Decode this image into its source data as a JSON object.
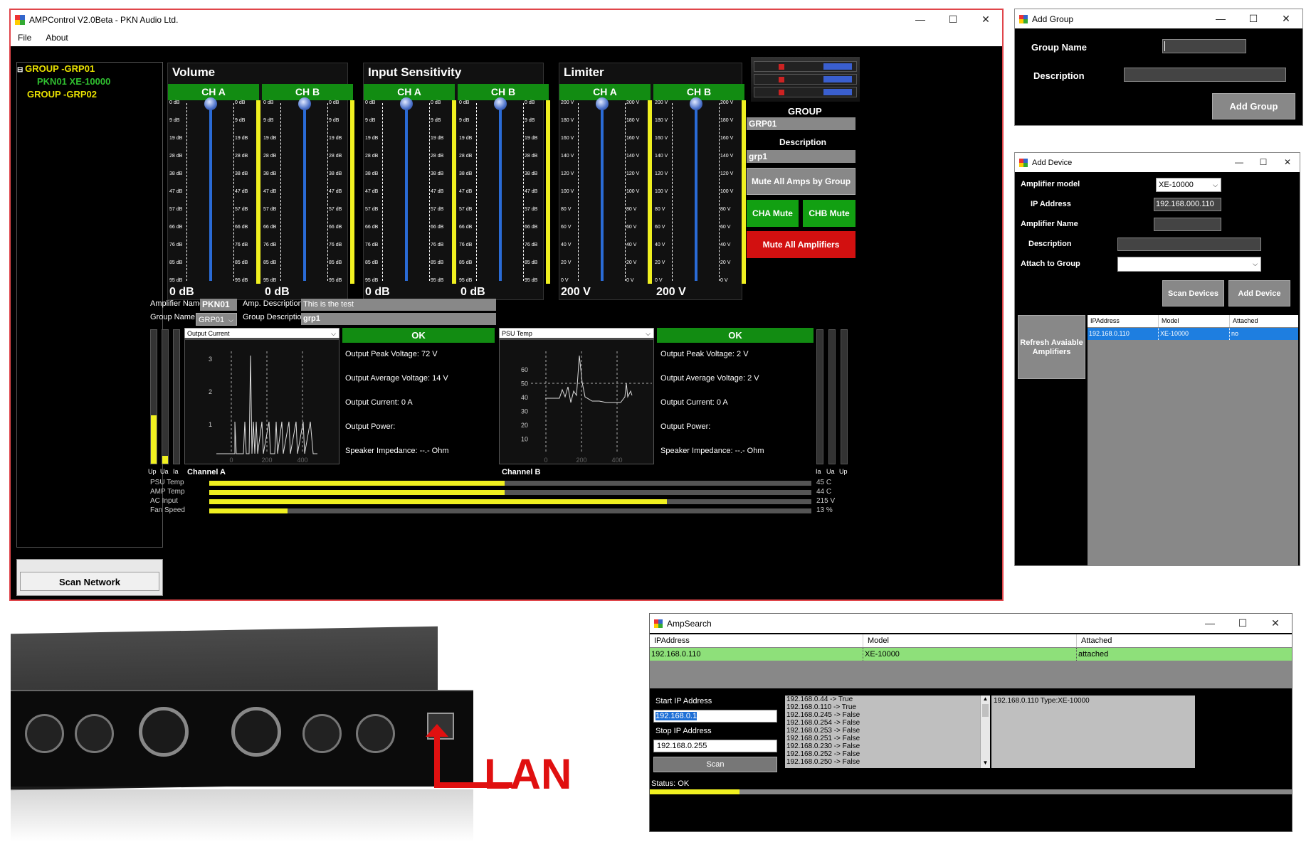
{
  "main": {
    "title": "AMPControl V2.0Beta - PKN Audio Ltd.",
    "menu": [
      "File",
      "About"
    ],
    "tree": [
      "GROUP -GRP01",
      "PKN01 XE-10000",
      "GROUP -GRP02"
    ],
    "scan_button": "Scan Network",
    "volume": {
      "title": "Volume",
      "cha": "CH A",
      "chb": "CH B",
      "val_a": "0 dB",
      "val_b": "0 dB"
    },
    "input_sensitivity": {
      "title": "Input Sensitivity",
      "cha": "CH A",
      "chb": "CH B",
      "val_a": "0 dB",
      "val_b": "0 dB"
    },
    "limiter": {
      "title": "Limiter",
      "cha": "CH A",
      "chb": "CH B",
      "val_a": "200 V",
      "val_b": "200 V"
    },
    "db_scale": [
      "0 dB",
      "9 dB",
      "19 dB",
      "28 dB",
      "38 dB",
      "47 dB",
      "57 dB",
      "66 dB",
      "76 dB",
      "85 dB",
      "95 dB"
    ],
    "v_scale": [
      "200 V",
      "180 V",
      "160 V",
      "140 V",
      "120 V",
      "100 V",
      "80 V",
      "60 V",
      "40 V",
      "20 V",
      "0 V"
    ],
    "group_panel": {
      "label": "GROUP",
      "value": "GRP01",
      "desc_label": "Description",
      "desc_value": "grp1"
    },
    "buttons": {
      "mute_group": "Mute All Amps by Group",
      "cha_mute": "CHA Mute",
      "chb_mute": "CHB Mute",
      "mute_all": "Mute All Amplifiers"
    },
    "info": {
      "amp_name_label": "Amplifier Name",
      "amp_name": "PKN01",
      "amp_desc_label": "Amp. Description",
      "amp_desc": "This is the test",
      "group_name_label": "Group Name",
      "group_name": "GRP01",
      "group_desc_label": "Group Description",
      "group_desc": "grp1"
    },
    "chart_a": {
      "select": "Output Current",
      "status": "OK",
      "label": "Channel A",
      "yticks": [
        "3",
        "2",
        "1"
      ],
      "xticks": [
        "0",
        "200",
        "400"
      ]
    },
    "chart_b": {
      "select": "PSU Temp",
      "status": "OK",
      "label": "Channel B",
      "yticks": [
        "60",
        "50",
        "40",
        "30",
        "20",
        "10"
      ],
      "xticks": [
        "0",
        "200",
        "400"
      ]
    },
    "stats_a": [
      "Output Peak Voltage: 72 V",
      "Output Average Voltage: 14 V",
      "Output Current: 0 A",
      "Output Power:",
      "Speaker Impedance: --.- Ohm"
    ],
    "stats_b": [
      "Output Peak Voltage: 2 V",
      "Output Average Voltage: 2 V",
      "Output Current: 0 A",
      "Output Power:",
      "Speaker Impedance: --.- Ohm"
    ],
    "meter_labels_left": [
      "Up",
      "Ua",
      "Ia"
    ],
    "meter_labels_right": [
      "Ia",
      "Ua",
      "Up"
    ],
    "meter_levels_left": [
      0.36,
      0.06,
      0
    ],
    "bars": [
      {
        "label": "PSU Temp",
        "value": "45 C",
        "fill": 0.49
      },
      {
        "label": "AMP Temp",
        "value": "44 C",
        "fill": 0.49
      },
      {
        "label": "AC Input",
        "value": "215 V",
        "fill": 0.76
      },
      {
        "label": "Fan Speed",
        "value": "13 %",
        "fill": 0.13
      }
    ]
  },
  "add_group": {
    "title": "Add Group",
    "name_label": "Group Name",
    "desc_label": "Description",
    "button": "Add Group"
  },
  "add_device": {
    "title": "Add Device",
    "model_label": "Amplifier model",
    "model_value": "XE-10000",
    "ip_label": "IP Address",
    "ip_value": "192.168.000.110",
    "name_label": "Amplifier Name",
    "desc_label": "Description",
    "attach_label": "Attach to Group",
    "scan_button": "Scan Devices",
    "add_button": "Add Device",
    "refresh_button": "Refresh Avaiable Amplifiers",
    "columns": [
      "IPAddress",
      "Model",
      "Attached"
    ],
    "row": [
      "192.168.0.110",
      "XE-10000",
      "no"
    ]
  },
  "lan": {
    "label": "LAN"
  },
  "amp_search": {
    "title": "AmpSearch",
    "columns": [
      "IPAddress",
      "Model",
      "Attached"
    ],
    "row": [
      "192.168.0.110",
      "XE-10000",
      "attached"
    ],
    "start_label": "Start IP Address",
    "start_value": "192.168.0.1",
    "stop_label": "Stop IP Address",
    "stop_value": "192.168.0.255",
    "scan_button": "Scan",
    "log": [
      "192.168.0.44 -> True",
      "192.168.0.110 -> True",
      "192.168.0.245 -> False",
      "192.168.0.254 -> False",
      "192.168.0.253 -> False",
      "192.168.0.251 -> False",
      "192.168.0.230 -> False",
      "192.168.0.252 -> False",
      "192.168.0.250 -> False"
    ],
    "found": "192.168.0.110 Type:XE-10000",
    "status": "Status: OK",
    "progress": 0.14
  }
}
